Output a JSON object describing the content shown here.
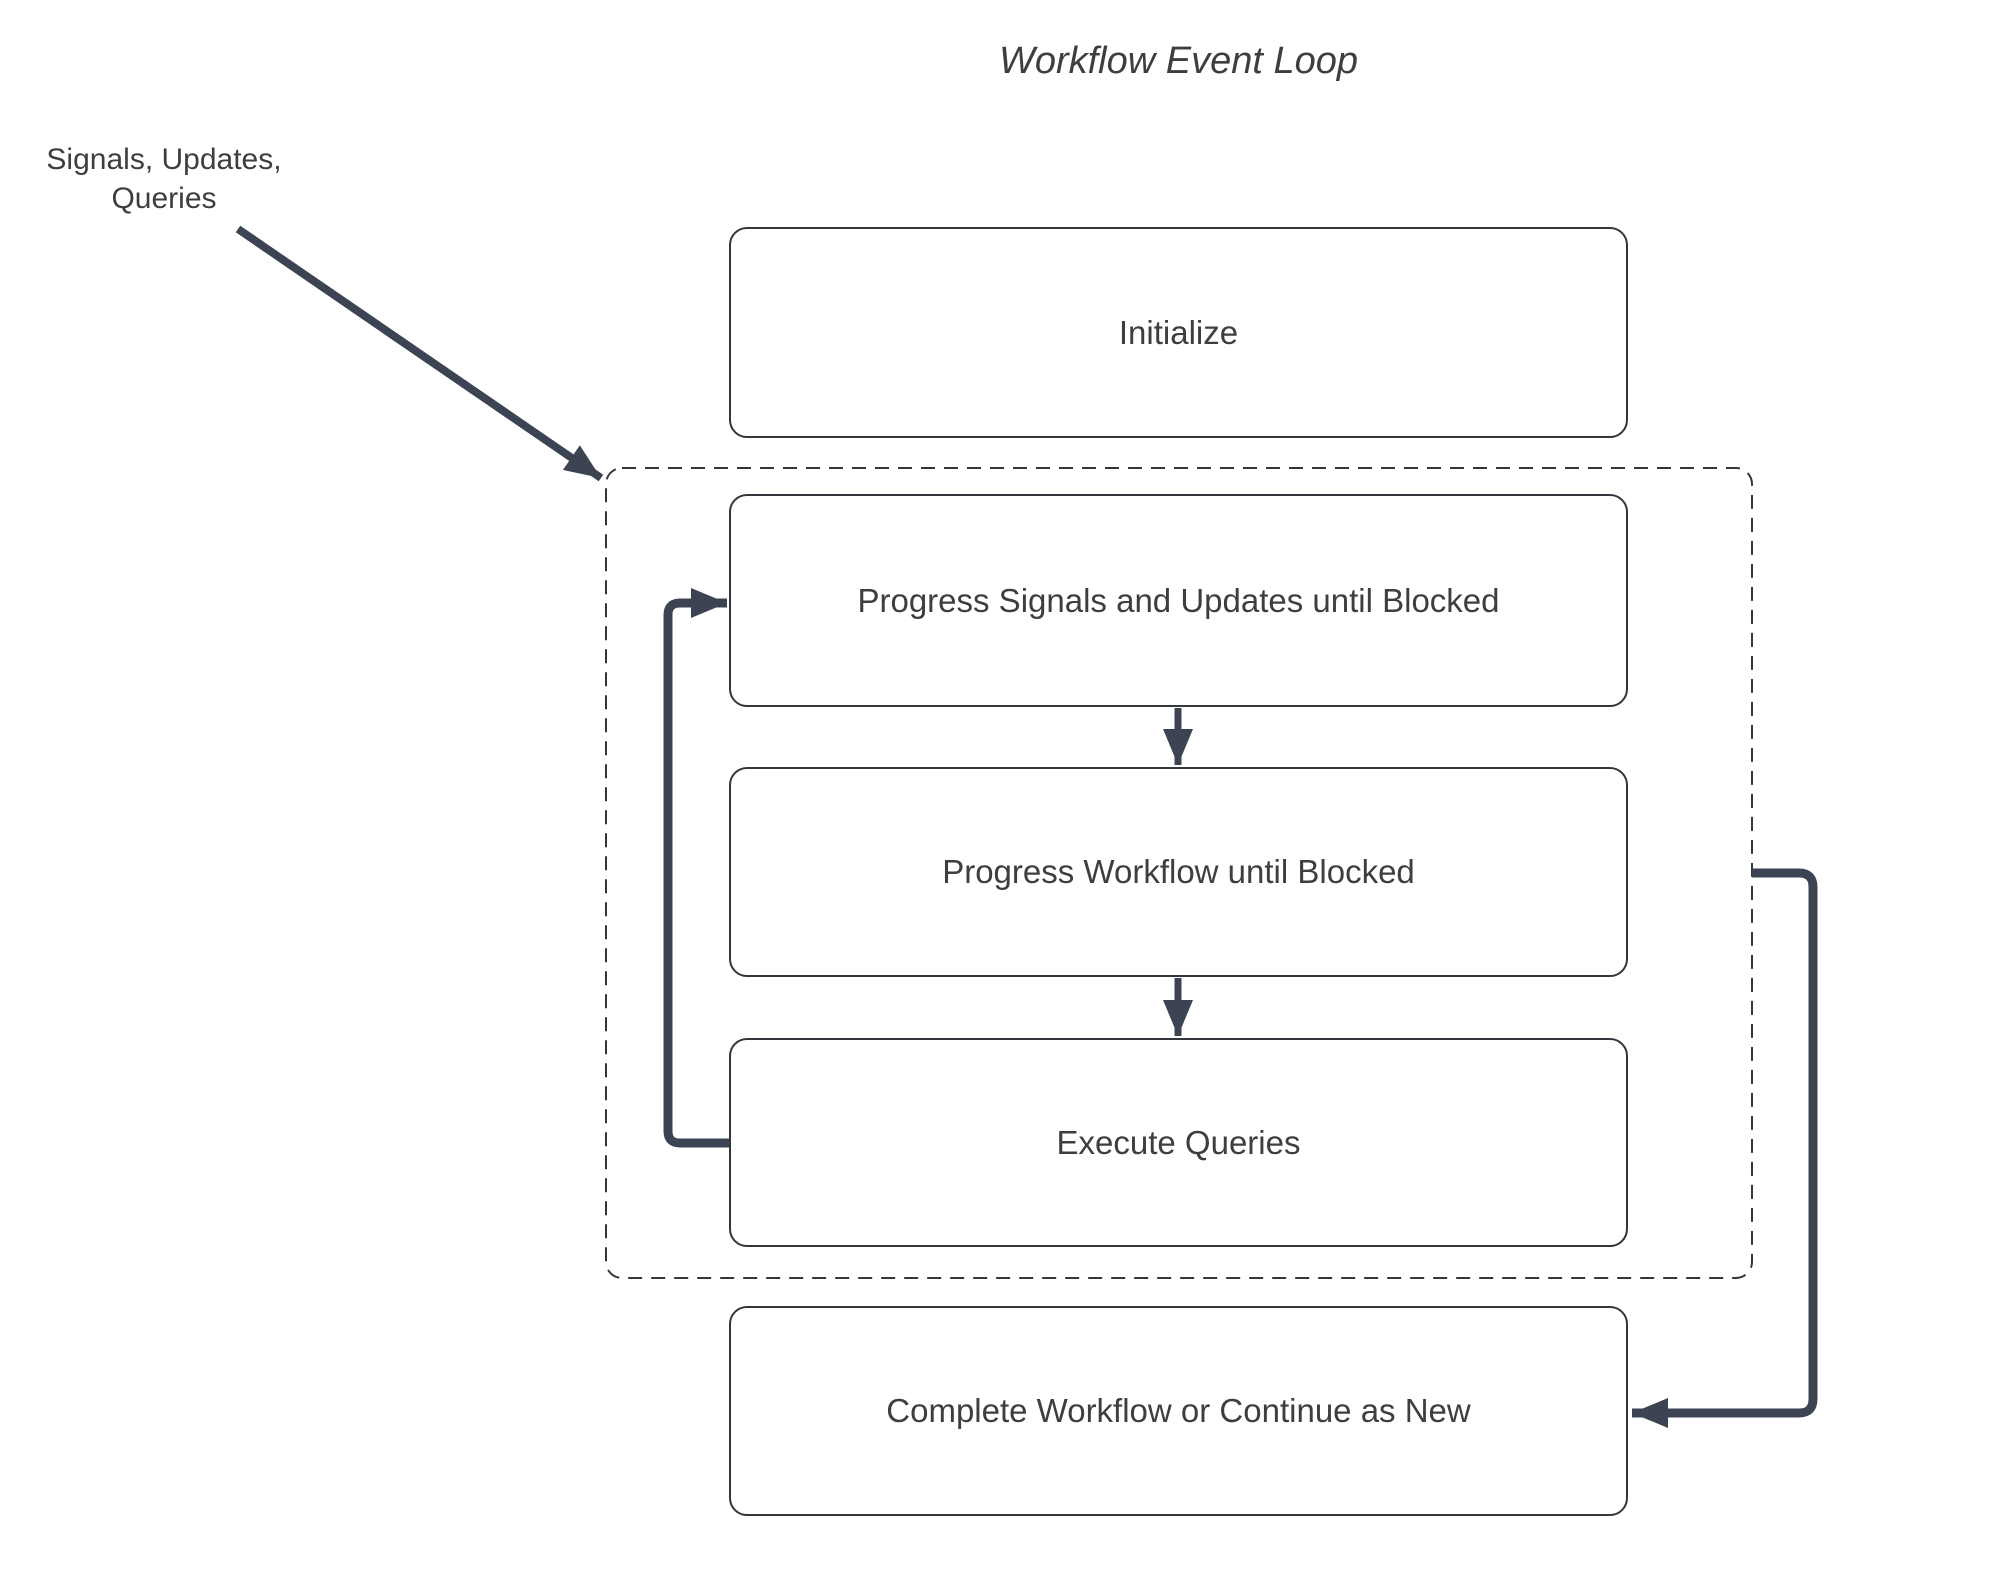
{
  "diagram": {
    "title": "Workflow Event Loop",
    "annotation": "Signals, Updates,\nQueries"
  },
  "nodes": [
    {
      "id": "initialize",
      "label": "Initialize"
    },
    {
      "id": "progress-signals-updates",
      "label": "Progress Signals and Updates until Blocked"
    },
    {
      "id": "progress-workflow",
      "label": "Progress Workflow until Blocked"
    },
    {
      "id": "execute-queries",
      "label": "Execute Queries"
    },
    {
      "id": "complete-or-continue",
      "label": "Complete Workflow or Continue as New"
    }
  ],
  "container": {
    "id": "event-loop-container",
    "style": "dashed",
    "contains": [
      "progress-signals-updates",
      "progress-workflow",
      "execute-queries"
    ]
  },
  "edges": [
    {
      "from": "signals-updates-queries-annotation",
      "to": "event-loop-container",
      "kind": "diagonal-arrow"
    },
    {
      "from": "progress-signals-updates",
      "to": "progress-workflow",
      "kind": "down-arrow"
    },
    {
      "from": "progress-workflow",
      "to": "execute-queries",
      "kind": "down-arrow"
    },
    {
      "from": "execute-queries",
      "to": "progress-signals-updates",
      "kind": "loop-back-arrow"
    },
    {
      "from": "event-loop-container",
      "to": "complete-or-continue",
      "kind": "right-side-arrow"
    }
  ],
  "colors": {
    "arrow": "#3c4453",
    "border": "#33363d",
    "text": "#3e3e3e",
    "background": "#ffffff"
  }
}
